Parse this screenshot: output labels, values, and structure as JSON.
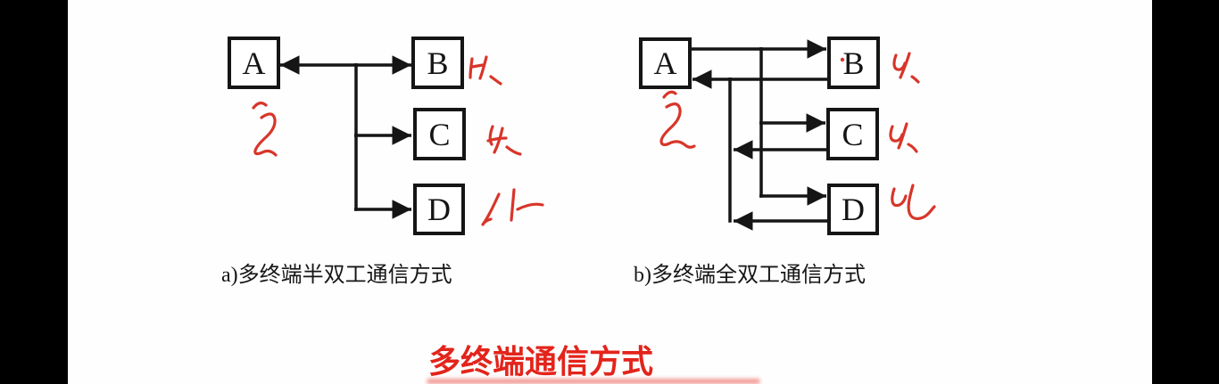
{
  "title": {
    "text": "多终端通信方式"
  },
  "diagrams": {
    "a": {
      "caption": "a)多终端半双工通信方式",
      "nodes": {
        "A": "A",
        "B": "B",
        "C": "C",
        "D": "D"
      },
      "topology": "single shared bidirectional bus from A fanning out to B, C, D"
    },
    "b": {
      "caption": "b)多终端全双工通信方式",
      "nodes": {
        "A": "A",
        "B": "B",
        "C": "C",
        "D": "D"
      },
      "topology": "separate send bus (A to B/C/D) and return bus (B/C/D to A)"
    }
  },
  "handwritten": {
    "marks": [
      {
        "at": "below-A-diagram-a",
        "shape": "cursive-2-with-accent"
      },
      {
        "at": "right-of-B-diagram-a",
        "shape": "H-like-tally-with-tick"
      },
      {
        "at": "right-of-C-diagram-a",
        "shape": "4-like-tally-with-tick"
      },
      {
        "at": "right-of-D-diagram-a",
        "shape": "slash-bar-dash-tally"
      },
      {
        "at": "below-A-diagram-b",
        "shape": "cursive-2-with-accent-long-tail"
      },
      {
        "at": "right-of-B-diagram-b",
        "shape": "curl-slash-tally-with-tick"
      },
      {
        "at": "right-of-C-diagram-b",
        "shape": "curl-slash-tally-with-tick"
      },
      {
        "at": "right-of-D-diagram-b",
        "shape": "double-curl-tally"
      },
      {
        "at": "inside-B-diagram-b",
        "shape": "small-red-dot"
      }
    ]
  },
  "colors": {
    "line_black": "#151515",
    "annotation_red": "#d8352a",
    "title_red": "#e3241b",
    "background": "#fefefe",
    "pillarbox": "#000000"
  }
}
